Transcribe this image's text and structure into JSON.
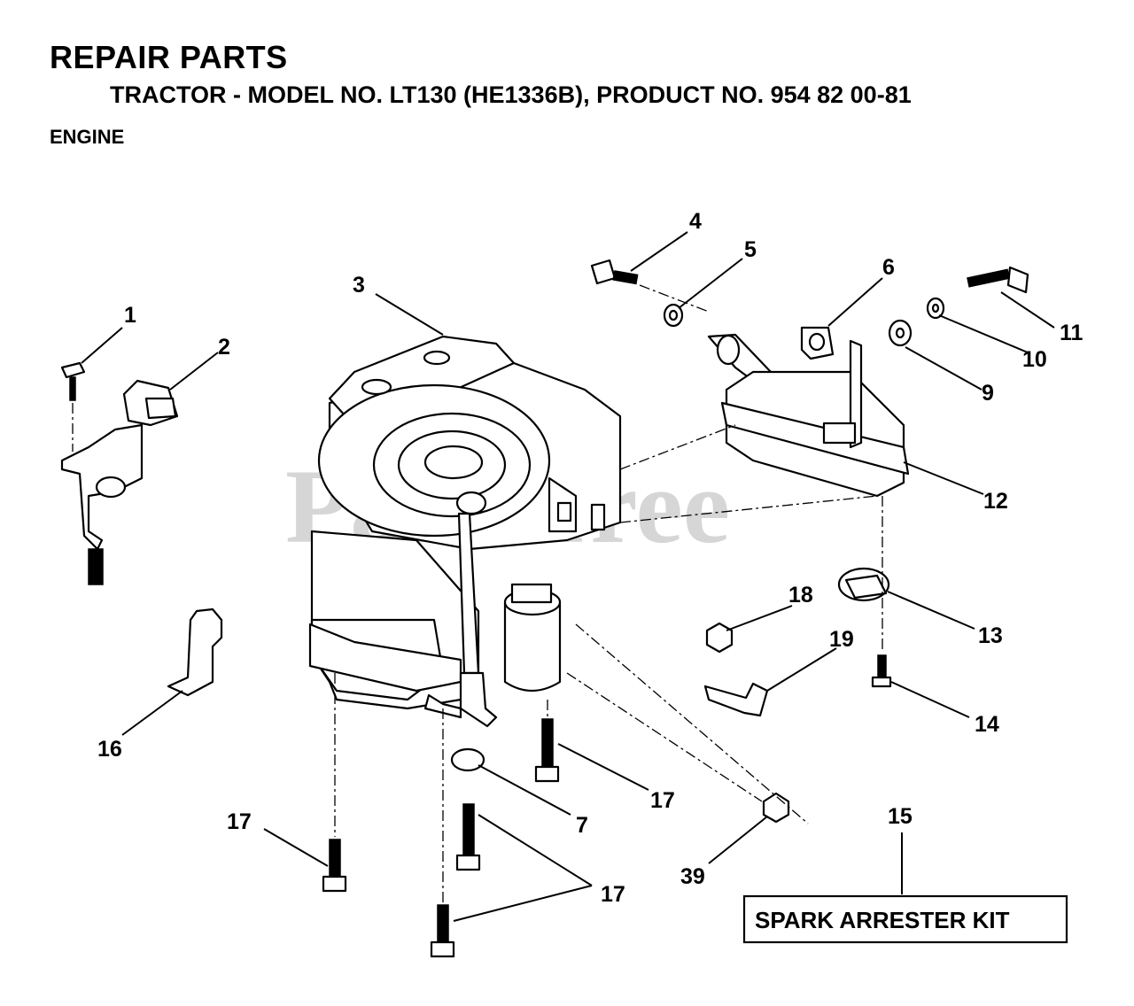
{
  "header": {
    "title": "REPAIR PARTS",
    "subtitle": "TRACTOR - MODEL NO. LT130 (HE1336B), PRODUCT NO. 954 82 00-81",
    "section": "ENGINE"
  },
  "watermark": "PartsTree",
  "callouts": {
    "c1": "1",
    "c2": "2",
    "c3": "3",
    "c4": "4",
    "c5": "5",
    "c6": "6",
    "c7": "7",
    "c9": "9",
    "c10": "10",
    "c11": "11",
    "c12": "12",
    "c13": "13",
    "c14": "14",
    "c15": "15",
    "c16": "16",
    "c17a": "17",
    "c17b": "17",
    "c17c": "17",
    "c18": "18",
    "c19": "19",
    "c39": "39"
  },
  "kit_label": "SPARK ARRESTER KIT"
}
